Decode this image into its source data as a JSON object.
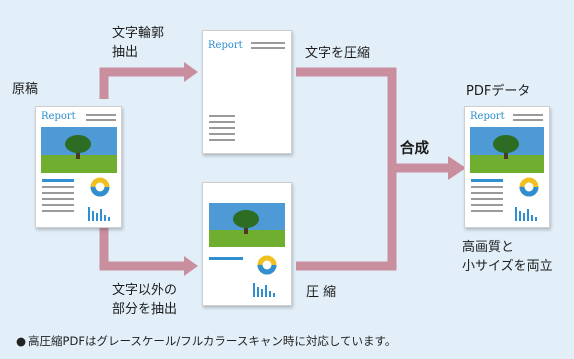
{
  "labels": {
    "source": "原稿",
    "extract_outline_line1": "文字輪郭",
    "extract_outline_line2": "抽出",
    "compress_text": "文字を圧縮",
    "extract_other_line1": "文字以外の",
    "extract_other_line2": "部分を抽出",
    "compress": "圧 縮",
    "combine": "合成",
    "output": "PDFデータ",
    "quality_line1": "高画質と",
    "quality_line2": "小サイズを両立"
  },
  "doc_title": "Report",
  "footnote": {
    "bullet": "●",
    "text": "高圧縮PDFはグレースケール/フルカラースキャン時に対応しています。"
  },
  "colors": {
    "background": "#e2eff9",
    "arrow": "#c98f9f",
    "accent_blue": "#2f8fd0"
  }
}
